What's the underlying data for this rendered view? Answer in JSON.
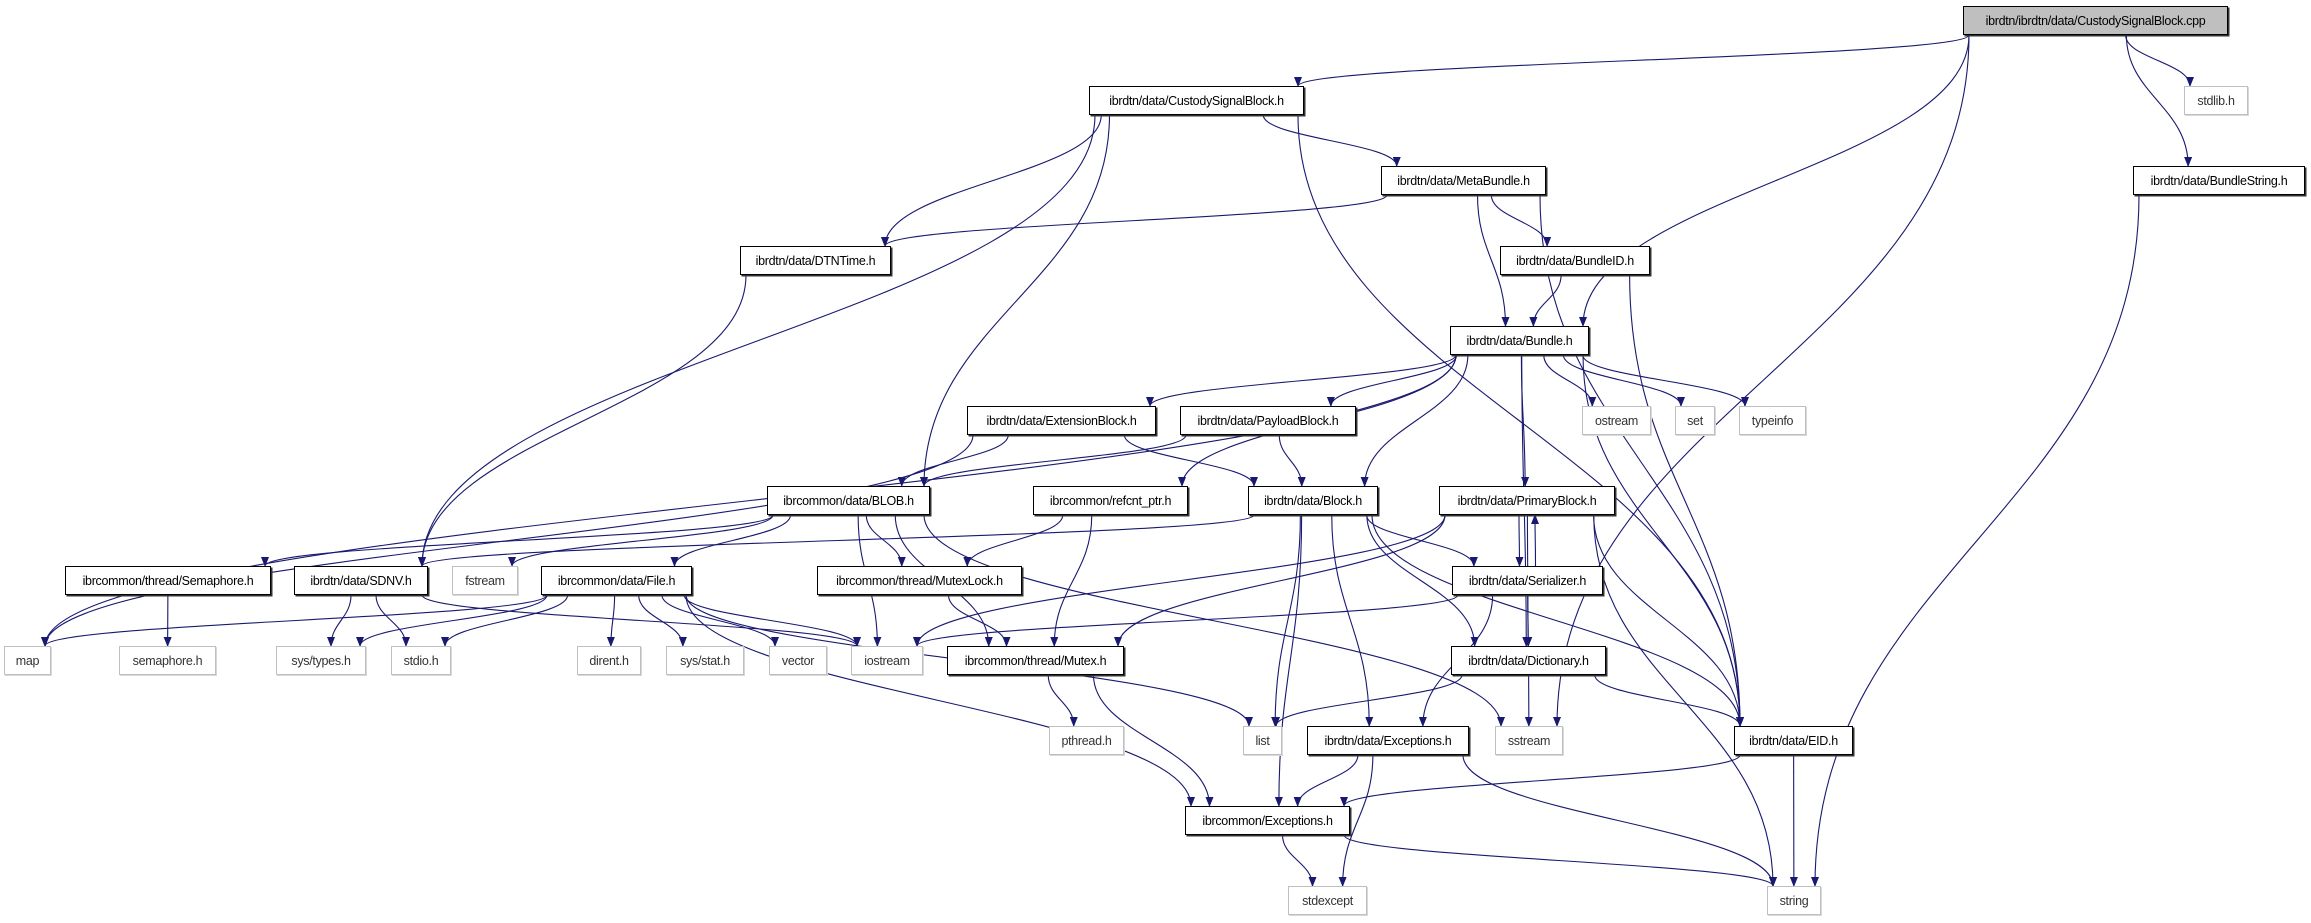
{
  "diagram": {
    "type": "include-dependency-graph",
    "colors": {
      "edge": "#191970",
      "root_fill": "#bfbfbf",
      "file_border": "#000000",
      "system_border": "#bfbfbf"
    },
    "nodes": [
      {
        "id": "root",
        "label": "ibrdtn/ibrdtn/data/CustodySignalBlock.cpp",
        "kind": "root"
      },
      {
        "id": "csb",
        "label": "ibrdtn/data/CustodySignalBlock.h",
        "kind": "file"
      },
      {
        "id": "stdlib",
        "label": "stdlib.h",
        "kind": "system"
      },
      {
        "id": "meta",
        "label": "ibrdtn/data/MetaBundle.h",
        "kind": "file"
      },
      {
        "id": "bstring",
        "label": "ibrdtn/data/BundleString.h",
        "kind": "file"
      },
      {
        "id": "dtntime",
        "label": "ibrdtn/data/DTNTime.h",
        "kind": "file"
      },
      {
        "id": "bundleid",
        "label": "ibrdtn/data/BundleID.h",
        "kind": "file"
      },
      {
        "id": "bundle",
        "label": "ibrdtn/data/Bundle.h",
        "kind": "file"
      },
      {
        "id": "ext",
        "label": "ibrdtn/data/ExtensionBlock.h",
        "kind": "file"
      },
      {
        "id": "payload",
        "label": "ibrdtn/data/PayloadBlock.h",
        "kind": "file"
      },
      {
        "id": "ostream",
        "label": "ostream",
        "kind": "system"
      },
      {
        "id": "set",
        "label": "set",
        "kind": "system"
      },
      {
        "id": "typeinfo",
        "label": "typeinfo",
        "kind": "system"
      },
      {
        "id": "blob",
        "label": "ibrcommon/data/BLOB.h",
        "kind": "file"
      },
      {
        "id": "refcnt",
        "label": "ibrcommon/refcnt_ptr.h",
        "kind": "file"
      },
      {
        "id": "block",
        "label": "ibrdtn/data/Block.h",
        "kind": "file"
      },
      {
        "id": "primary",
        "label": "ibrdtn/data/PrimaryBlock.h",
        "kind": "file"
      },
      {
        "id": "semaphore",
        "label": "ibrcommon/thread/Semaphore.h",
        "kind": "file"
      },
      {
        "id": "sdnv",
        "label": "ibrdtn/data/SDNV.h",
        "kind": "file"
      },
      {
        "id": "fstream",
        "label": "fstream",
        "kind": "system"
      },
      {
        "id": "file",
        "label": "ibrcommon/data/File.h",
        "kind": "file"
      },
      {
        "id": "mutexlock",
        "label": "ibrcommon/thread/MutexLock.h",
        "kind": "file"
      },
      {
        "id": "serializer",
        "label": "ibrdtn/data/Serializer.h",
        "kind": "file"
      },
      {
        "id": "map",
        "label": "map",
        "kind": "system"
      },
      {
        "id": "semh",
        "label": "semaphore.h",
        "kind": "system"
      },
      {
        "id": "systypes",
        "label": "sys/types.h",
        "kind": "system"
      },
      {
        "id": "stdio",
        "label": "stdio.h",
        "kind": "system"
      },
      {
        "id": "dirent",
        "label": "dirent.h",
        "kind": "system"
      },
      {
        "id": "sysstat",
        "label": "sys/stat.h",
        "kind": "system"
      },
      {
        "id": "vector",
        "label": "vector",
        "kind": "system"
      },
      {
        "id": "iostream",
        "label": "iostream",
        "kind": "system"
      },
      {
        "id": "mutex",
        "label": "ibrcommon/thread/Mutex.h",
        "kind": "file"
      },
      {
        "id": "dictionary",
        "label": "ibrdtn/data/Dictionary.h",
        "kind": "file"
      },
      {
        "id": "pthread",
        "label": "pthread.h",
        "kind": "system"
      },
      {
        "id": "list",
        "label": "list",
        "kind": "system"
      },
      {
        "id": "exc",
        "label": "ibrdtn/data/Exceptions.h",
        "kind": "file"
      },
      {
        "id": "sstream",
        "label": "sstream",
        "kind": "system"
      },
      {
        "id": "eid",
        "label": "ibrdtn/data/EID.h",
        "kind": "file"
      },
      {
        "id": "icexc",
        "label": "ibrcommon/Exceptions.h",
        "kind": "file"
      },
      {
        "id": "stdexcept",
        "label": "stdexcept",
        "kind": "system"
      },
      {
        "id": "string",
        "label": "string",
        "kind": "system"
      }
    ],
    "edges": [
      [
        "root",
        "csb"
      ],
      [
        "root",
        "bundle"
      ],
      [
        "root",
        "sstream"
      ],
      [
        "root",
        "stdlib"
      ],
      [
        "root",
        "bstring"
      ],
      [
        "csb",
        "sdnv"
      ],
      [
        "csb",
        "dtntime"
      ],
      [
        "csb",
        "blob"
      ],
      [
        "csb",
        "meta"
      ],
      [
        "csb",
        "eid"
      ],
      [
        "meta",
        "dtntime"
      ],
      [
        "meta",
        "bundle"
      ],
      [
        "meta",
        "bundleid"
      ],
      [
        "meta",
        "eid"
      ],
      [
        "bundleid",
        "bundle"
      ],
      [
        "bundleid",
        "eid"
      ],
      [
        "dtntime",
        "sdnv"
      ],
      [
        "bstring",
        "string"
      ],
      [
        "bundle",
        "map"
      ],
      [
        "bundle",
        "ext"
      ],
      [
        "bundle",
        "payload"
      ],
      [
        "bundle",
        "refcnt"
      ],
      [
        "bundle",
        "block"
      ],
      [
        "bundle",
        "primary"
      ],
      [
        "bundle",
        "dictionary"
      ],
      [
        "bundle",
        "ostream"
      ],
      [
        "bundle",
        "set"
      ],
      [
        "bundle",
        "typeinfo"
      ],
      [
        "bundle",
        "eid"
      ],
      [
        "ext",
        "map"
      ],
      [
        "ext",
        "blob"
      ],
      [
        "ext",
        "block"
      ],
      [
        "payload",
        "blob"
      ],
      [
        "payload",
        "block"
      ],
      [
        "blob",
        "semaphore"
      ],
      [
        "blob",
        "fstream"
      ],
      [
        "blob",
        "file"
      ],
      [
        "blob",
        "iostream"
      ],
      [
        "blob",
        "mutexlock"
      ],
      [
        "blob",
        "mutex"
      ],
      [
        "blob",
        "sstream"
      ],
      [
        "refcnt",
        "mutexlock"
      ],
      [
        "refcnt",
        "mutex"
      ],
      [
        "block",
        "sdnv"
      ],
      [
        "block",
        "serializer"
      ],
      [
        "block",
        "dictionary"
      ],
      [
        "block",
        "list"
      ],
      [
        "block",
        "exc"
      ],
      [
        "block",
        "icexc"
      ],
      [
        "block",
        "eid"
      ],
      [
        "primary",
        "iostream"
      ],
      [
        "primary",
        "mutex"
      ],
      [
        "primary",
        "serializer"
      ],
      [
        "primary",
        "dictionary"
      ],
      [
        "primary",
        "eid"
      ],
      [
        "primary",
        "string"
      ],
      [
        "serializer",
        "primary"
      ],
      [
        "serializer",
        "iostream"
      ],
      [
        "serializer",
        "dictionary"
      ],
      [
        "serializer",
        "exc"
      ],
      [
        "semaphore",
        "semh"
      ],
      [
        "sdnv",
        "systypes"
      ],
      [
        "sdnv",
        "stdio"
      ],
      [
        "sdnv",
        "iostream"
      ],
      [
        "file",
        "map"
      ],
      [
        "file",
        "systypes"
      ],
      [
        "file",
        "stdio"
      ],
      [
        "file",
        "dirent"
      ],
      [
        "file",
        "sysstat"
      ],
      [
        "file",
        "vector"
      ],
      [
        "file",
        "iostream"
      ],
      [
        "file",
        "list"
      ],
      [
        "file",
        "icexc"
      ],
      [
        "mutexlock",
        "mutex"
      ],
      [
        "mutex",
        "pthread"
      ],
      [
        "mutex",
        "icexc"
      ],
      [
        "dictionary",
        "list"
      ],
      [
        "dictionary",
        "sstream"
      ],
      [
        "dictionary",
        "eid"
      ],
      [
        "exc",
        "icexc"
      ],
      [
        "exc",
        "stdexcept"
      ],
      [
        "exc",
        "string"
      ],
      [
        "eid",
        "icexc"
      ],
      [
        "eid",
        "string"
      ],
      [
        "icexc",
        "stdexcept"
      ],
      [
        "icexc",
        "string"
      ]
    ]
  }
}
